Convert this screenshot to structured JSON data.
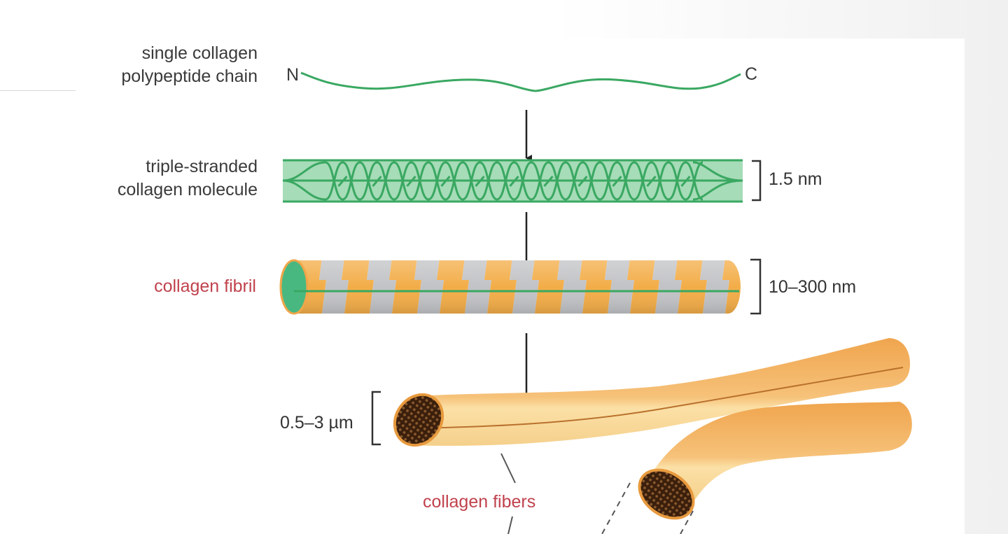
{
  "labels": {
    "chain_line1": "single collagen",
    "chain_line2": "polypeptide chain",
    "n_terminus": "N",
    "c_terminus": "C",
    "molecule_line1": "triple-stranded",
    "molecule_line2": "collagen molecule",
    "molecule_width": "1.5 nm",
    "fibril": "collagen fibril",
    "fibril_width": "10–300 nm",
    "fiber_width": "0.5–3 µm",
    "fibers": "collagen fibers"
  },
  "colors": {
    "strand_green": "#3aa862",
    "molecule_fill": "#a6dcb8",
    "fibril_orange": "#f3ad48",
    "fibril_gray": "#a9aaae",
    "fiber_orange": "#f1b060",
    "fiber_light": "#fbdca1",
    "fiber_end": "#5a3416",
    "label_red": "#c0424d",
    "arrow": "#222222"
  }
}
